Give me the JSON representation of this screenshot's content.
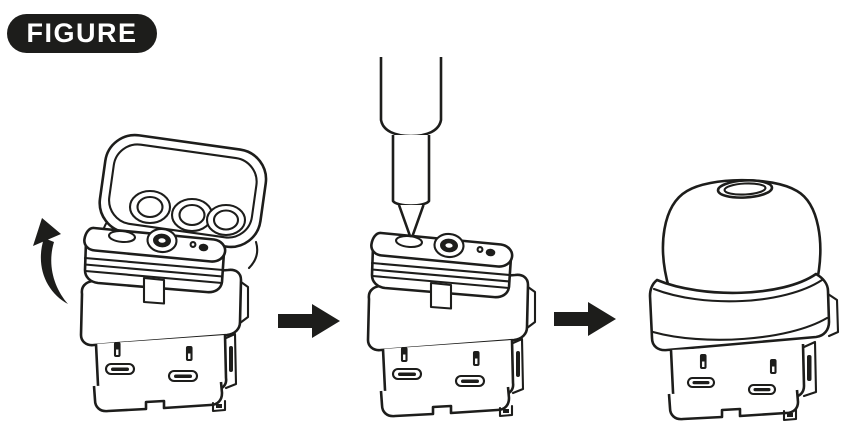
{
  "figure": {
    "badge_label": "FIGURE"
  },
  "colors": {
    "ink": "#1d1d1b",
    "background": "#ffffff",
    "badge_background": "#1d1d1b",
    "badge_text": "#ffffff"
  },
  "illustrations": {
    "step1": {
      "name": "pod-lid-open",
      "icons": [
        "curved-flip-open-arrow-icon",
        "pod-open-lid-illustration"
      ]
    },
    "connector1": {
      "icon": "right-arrow-icon"
    },
    "step2": {
      "name": "pod-refilling",
      "icons": [
        "liquid-bottle-nozzle-icon",
        "pod-fill-port-illustration"
      ]
    },
    "connector2": {
      "icon": "right-arrow-icon"
    },
    "step3": {
      "name": "pod-closed",
      "icons": [
        "pod-closed-illustration"
      ]
    }
  }
}
